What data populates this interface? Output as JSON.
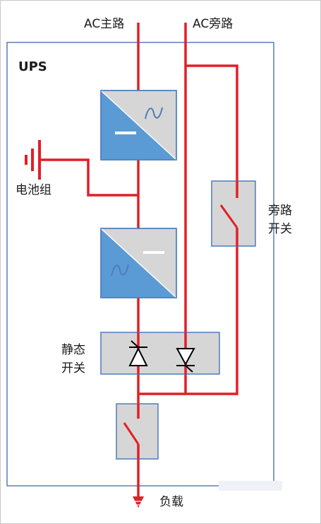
{
  "labels": {
    "ac_main": "AC主路",
    "ac_bypass": "AC旁路",
    "ups": "UPS",
    "battery": "电池组",
    "bypass_switch_line1": "旁路",
    "bypass_switch_line2": "开关",
    "static_switch_line1": "静态",
    "static_switch_line2": "开关",
    "load": "负载"
  },
  "colors": {
    "line": "#e21f26",
    "ups_frame": "#5b7fb0",
    "box_fill": "#d6d6d6",
    "box_stroke": "#4f7cb8",
    "converter_blue": "#5b9bd5"
  }
}
